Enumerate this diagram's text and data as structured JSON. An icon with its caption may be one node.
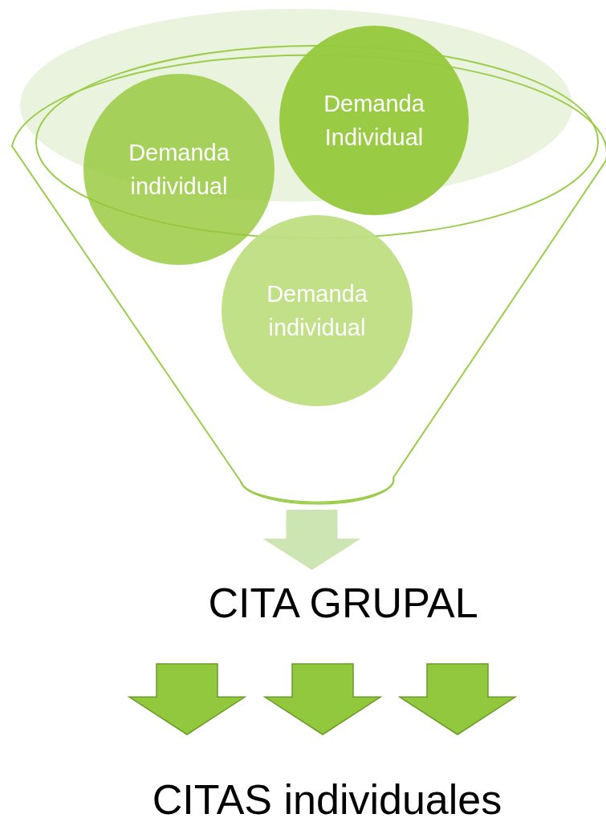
{
  "diagram": {
    "nodes": [
      {
        "text": [],
        "shape": "funnel"
      },
      {
        "text": [
          "Demanda individual"
        ],
        "in": 0
      },
      {
        "text": [
          "Demanda Individual"
        ],
        "in": 0
      },
      {
        "text": [
          "Demanda individual"
        ],
        "in": 0
      },
      {
        "text": [
          "CITA GRUPAL"
        ]
      },
      {
        "text": [
          "CITAS individuales"
        ]
      }
    ],
    "edges": [
      {
        "from": 0,
        "to": 4,
        "arrow": "to",
        "style": "thick",
        "color": "#cde5b3"
      },
      {
        "from": 4,
        "to": 5,
        "arrow": "to",
        "style": "thick"
      },
      {
        "from": 4,
        "to": 5,
        "arrow": "to",
        "style": "thick"
      },
      {
        "from": 4,
        "to": 5,
        "arrow": "to",
        "style": "thick"
      }
    ]
  }
}
